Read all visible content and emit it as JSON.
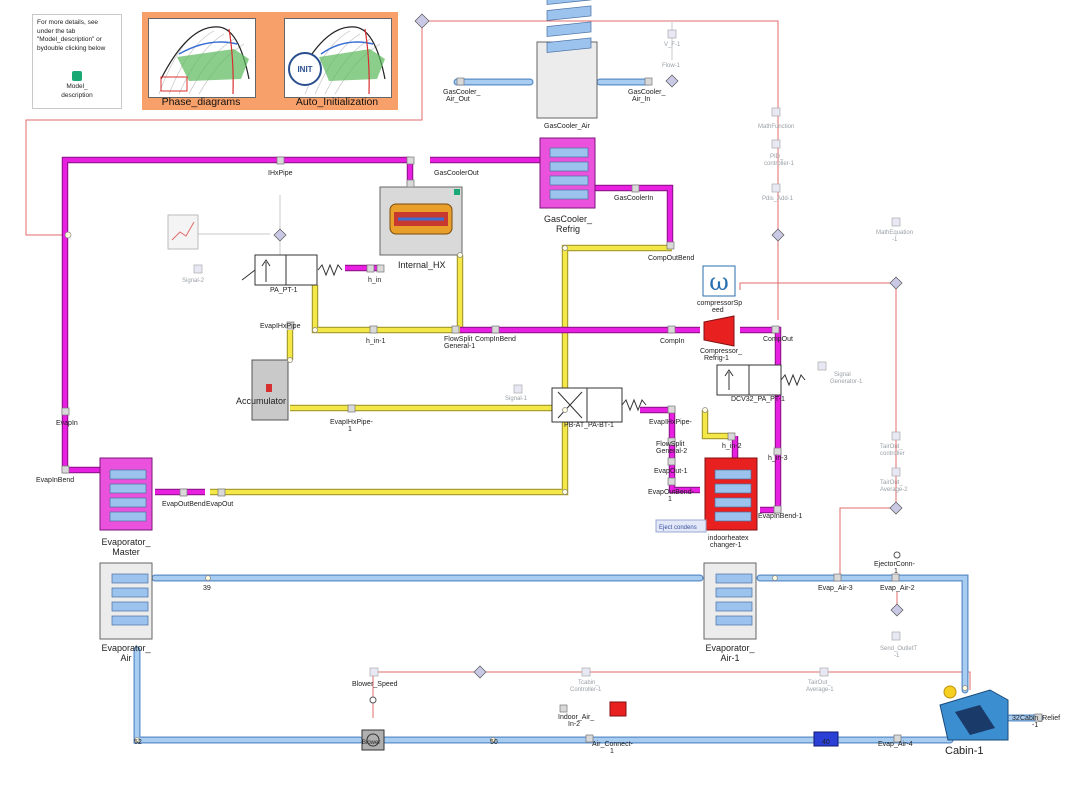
{
  "note": {
    "text_line1": "For more details, see",
    "text_line2": "under the tab",
    "text_line3": "\"Model_description\" or",
    "text_line4": "bydouble clicking below",
    "model_label_1": "Model_",
    "model_label_2": "description"
  },
  "thumbnails": {
    "phase_diagrams": "Phase_diagrams",
    "auto_init": "Auto_Initialization",
    "init_text": "INIT"
  },
  "labels": {
    "gascooler_air_out_1": "GasCooler_",
    "gascooler_air_out_2": "Air_Out",
    "gascooler_air": "GasCooler_Air",
    "gascooler_air_in_1": "GasCooler_",
    "gascooler_air_in_2": "Air_In",
    "v_f": "V_F-1",
    "flow": "Flow-1",
    "mathfunction": "MathFunction",
    "pid_controller": "PID_\ncontroller-1",
    "pdis_add": "Pdis_Add-1",
    "mathequation": "MathEquation\n-1",
    "ihxpipe": "IHxPipe",
    "gascoolerout": "GasCoolerOut",
    "gascoolerin": "GasCoolerIn",
    "gascooler_refrig_1": "GasCooler_",
    "gascooler_refrig_2": "Refrig",
    "compoutbend": "CompOutBend",
    "internal_hx": "Internal_HX",
    "signal2": "Signal-2",
    "pa_pt": "PA_PT-1",
    "h_in": "h_in",
    "compressor_speed_1": "compressorSp",
    "compressor_speed_2": "eed",
    "evapihxpipe": "EvapIHxPipe",
    "h_in_1": "h_in-1",
    "flowsplit_general_1a": "FlowSplit",
    "flowsplit_general_1b": "General-1",
    "compinbend": "CompInBend",
    "compin": "CompIn",
    "compressor_1": "Compressor_",
    "compressor_2": "Refrig-1",
    "compout": "CompOut",
    "signal_generator_1": "Signal",
    "signal_generator_2": "Generator-1",
    "accumulator": "Accumulator",
    "dcv32": "DCV32_PA_PT-1",
    "signal1": "Signal-1",
    "evapin": "EvapIn",
    "evapihxpipe_1a": "EvapIHxPipe-",
    "evapihxpipe_1b": "1",
    "pbat": "PB-AT_PA-BT-1",
    "evapihxpipe2": "EvapIHxPipe-",
    "flowsplit_general_2a": "FlowSplit",
    "flowsplit_general_2b": "General-2",
    "h_in_2": "h_in-2",
    "h_in_3": "h_in-3",
    "tair_controller_1": "TairOut_",
    "tair_controller_2": "controller",
    "tairout_average_2a": "TairOut_",
    "tairout_average_2b": "Average-2",
    "evapout_1": "EvapOut-1",
    "evapoutbend_1a": "EvapOutBend-",
    "evapoutbend_1b": "1",
    "evapinbend": "EvapInBend",
    "evapoutbend": "EvapOutBend",
    "evapout": "EvapOut",
    "evapinbend_1": "EvapInBend-1",
    "eject_condensate": "Eject condens",
    "indoorheatex_1": "indoorheatex",
    "indoorheatex_2": "changer-1",
    "evaporator_master_1": "Evaporator_",
    "evaporator_master_2": "Master",
    "ejectorconn_1": "EjectorConn-",
    "ejectorconn_2": "1",
    "evap_air_3": "Evap_Air-3",
    "evap_air_2": "Evap_Air-2",
    "n39": "39",
    "send_outlet_1": "Send_OutletT",
    "send_outlet_2": "-1",
    "evaporator_air_1": "Evaporator_",
    "evaporator_air_2": "Air",
    "evaporator_air1_1": "Evaporator_",
    "evaporator_air1_2": "Air-1",
    "blower_speed": "Blower_Speed",
    "tcabin_controller_1": "Tcabin_",
    "tcabin_controller_2": "Controller-1",
    "tairout_average_1a": "TairOut_",
    "tairout_average_1b": "Average-1",
    "indoor_air_in_1": "Indoor_Air_",
    "indoor_air_in_2": "In-2",
    "n52": "52",
    "blower": "Blower",
    "n50": "50",
    "air_connect_1": "Air_Connect-",
    "air_connect_2": "1",
    "n40": "40",
    "evap_air_4": "Evap_Air-4",
    "cabin": "Cabin-1",
    "n32": "32",
    "cabin_relief_1": "Cabin_Relief",
    "cabin_relief_2": "-1"
  },
  "colors": {
    "refrigerant_hot": "#e81ee0",
    "refrigerant_liquid": "#f4e748",
    "air": "#9fc6ec",
    "signal": "#e06c6c",
    "panel": "#f8a06a"
  }
}
